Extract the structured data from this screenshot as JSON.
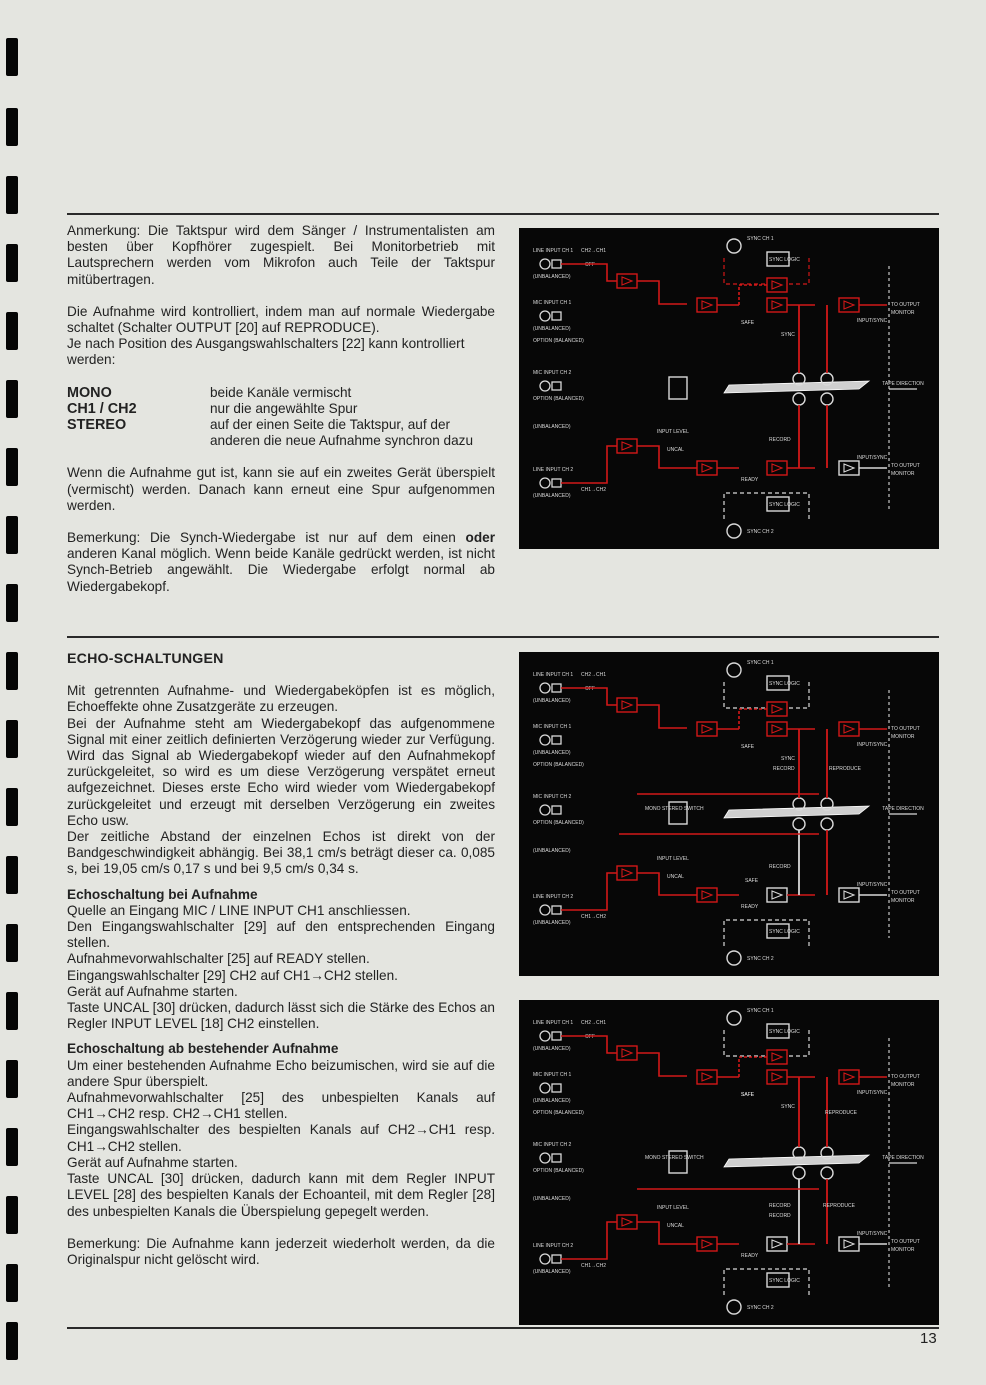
{
  "section1": {
    "note1": "Anmerkung: Die Taktspur wird dem Sänger / Instrumentalisten am besten über Kopfhörer zugespielt. Bei Monitorbetrieb mit Lautsprechern werden vom Mikrofon auch Teile der Taktspur mitübertragen.",
    "para1": "Die Aufnahme wird kontrolliert, indem man auf normale Wiedergabe schaltet (Schalter OUTPUT [20] auf REPRODUCE).",
    "para2": "Je nach Position des Ausgangswahlschalters [22] kann kontrolliert werden:",
    "modes": [
      {
        "key": "MONO",
        "desc": "beide Kanäle vermischt"
      },
      {
        "key": "CH1 / CH2",
        "desc": "nur die angewählte Spur"
      },
      {
        "key": "STEREO",
        "desc": "auf der einen Seite die Taktspur, auf der anderen die neue Aufnahme synchron dazu"
      }
    ],
    "para3": "Wenn die Aufnahme gut ist, kann sie auf ein zweites Gerät überspielt (vermischt) werden. Danach kann erneut eine Spur aufgenommen werden.",
    "note2_pre": "Bemerkung: Die Synch-Wiedergabe ist nur auf dem einen ",
    "note2_bold": "oder",
    "note2_post": " anderen Kanal möglich. Wenn beide Kanäle gedrückt werden, ist nicht Synch-Betrieb angewählt. Die Wiedergabe erfolgt normal ab Wiedergabekopf."
  },
  "section2": {
    "heading": "ECHO-SCHALTUNGEN",
    "intro1": "Mit getrennten Aufnahme- und Wiedergabeköpfen ist es möglich, Echoeffekte ohne Zusatzgeräte zu erzeugen.",
    "intro2": "Bei der Aufnahme steht am Wiedergabekopf das aufgenommene Signal mit einer zeitlich definierten Verzögerung wieder zur Verfügung. Wird das Signal ab Wiedergabekopf wieder auf den Aufnahmekopf zurückgeleitet, so wird es um diese Verzögerung verspätet erneut aufgezeichnet. Dieses erste Echo wird wieder vom Wiedergabekopf zurückgeleitet und erzeugt mit derselben Verzögerung ein zweites Echo usw.",
    "intro3": "Der zeitliche Abstand der einzelnen Echos ist direkt von der Bandgeschwindigkeit abhängig. Bei 38,1 cm/s beträgt dieser ca. 0,085 s, bei 19,05 cm/s 0,17 s und bei 9,5 cm/s 0,34 s.",
    "sub1_heading": "Echoschaltung bei Aufnahme",
    "sub1_lines": [
      "Quelle an Eingang MIC / LINE INPUT CH1 anschliessen.",
      "Den Eingangswahlschalter [29] auf den entsprechenden Eingang stellen.",
      "Aufnahmevorwahlschalter [25] auf READY stellen.",
      "Eingangswahlschalter [29] CH2 auf CH1→CH2 stellen.",
      "Gerät auf Aufnahme starten.",
      "Taste UNCAL [30] drücken, dadurch lässt sich die Stärke des Echos an Regler INPUT LEVEL [18] CH2 einstellen."
    ],
    "sub2_heading": "Echoschaltung ab bestehender Aufnahme",
    "sub2_lines": [
      "Um einer bestehenden Aufnahme Echo beizumischen, wird sie auf die andere Spur überspielt.",
      "Aufnahmevorwahlschalter [25] des unbespielten Kanals auf CH1→CH2 resp. CH2→CH1 stellen.",
      "Eingangswahlschalter des bespielten Kanals auf CH2→CH1 resp. CH1→CH2 stellen.",
      "Gerät auf Aufnahme starten.",
      "Taste UNCAL [30] drücken, dadurch kann mit dem Regler INPUT LEVEL [28] des bespielten Kanals der Echoanteil, mit dem Regler [28] des unbespielten Kanals die Überspielung gepegelt werden."
    ],
    "note3": "Bemerkung: Die Aufnahme kann jederzeit wiederholt werden, da die Originalspur nicht gelöscht wird."
  },
  "diagram_labels": {
    "sync_ch1": "SYNC CH 1",
    "sync_ch2": "SYNC CH 2",
    "sync_logic": "SYNC LOGIC",
    "line_input_ch1": "LINE INPUT CH 1",
    "line_input_ch2": "LINE INPUT CH 2",
    "mic_input_ch1": "MIC INPUT CH 1",
    "mic_input_ch2": "MIC INPUT CH 2",
    "unbalanced": "(UNBALANCED)",
    "option_balanced": "OPTION (BALANCED)",
    "ch2_ch1": "CH2→CH1",
    "ch1_ch2": "CH1→CH2",
    "off": "OFF",
    "input_level": "INPUT LEVEL",
    "uncal": "UNCAL",
    "safe": "SAFE",
    "ready": "READY",
    "sync": "SYNC",
    "record": "RECORD",
    "reproduce": "REPRODUCE",
    "input_sync": "INPUT/SYNC",
    "to_output": "TO OUTPUT",
    "monitor": "MONITOR",
    "tape_direction": "TAPE DIRECTION",
    "mono_stereo_switch": "MONO STEREO SWITCH"
  },
  "page_number": "13"
}
